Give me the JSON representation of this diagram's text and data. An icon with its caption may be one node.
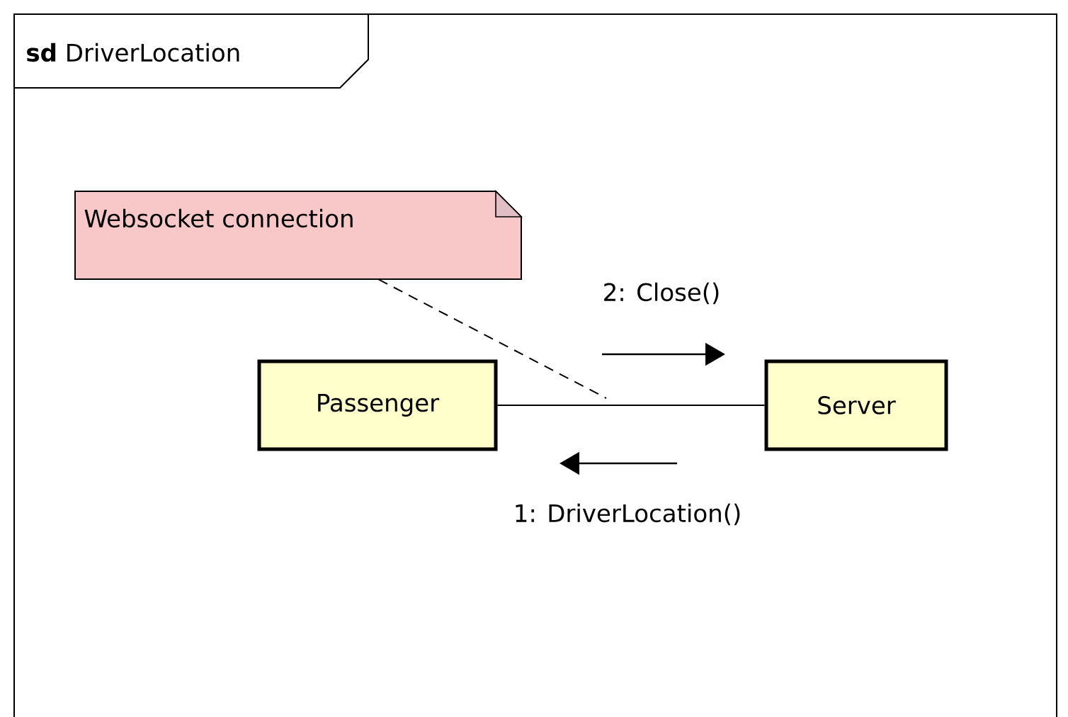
{
  "diagram": {
    "nodes": [
      {
        "text": [
          "**sd** DriverLocation"
        ]
      },
      {
        "text": [
          "Websocket connection"
        ],
        "in": 0
      },
      {
        "text": [
          "Passenger"
        ],
        "in": 0
      },
      {
        "text": [
          "Server"
        ],
        "in": 0
      }
    ],
    "edges": [
      {
        "from": 2,
        "to": 3,
        "arrow": "none"
      },
      {
        "from": 1,
        "to": null,
        "arrow": "none",
        "style": "dashed"
      }
    ],
    "labels": [
      "2: Close()",
      "1: DriverLocation()"
    ]
  }
}
